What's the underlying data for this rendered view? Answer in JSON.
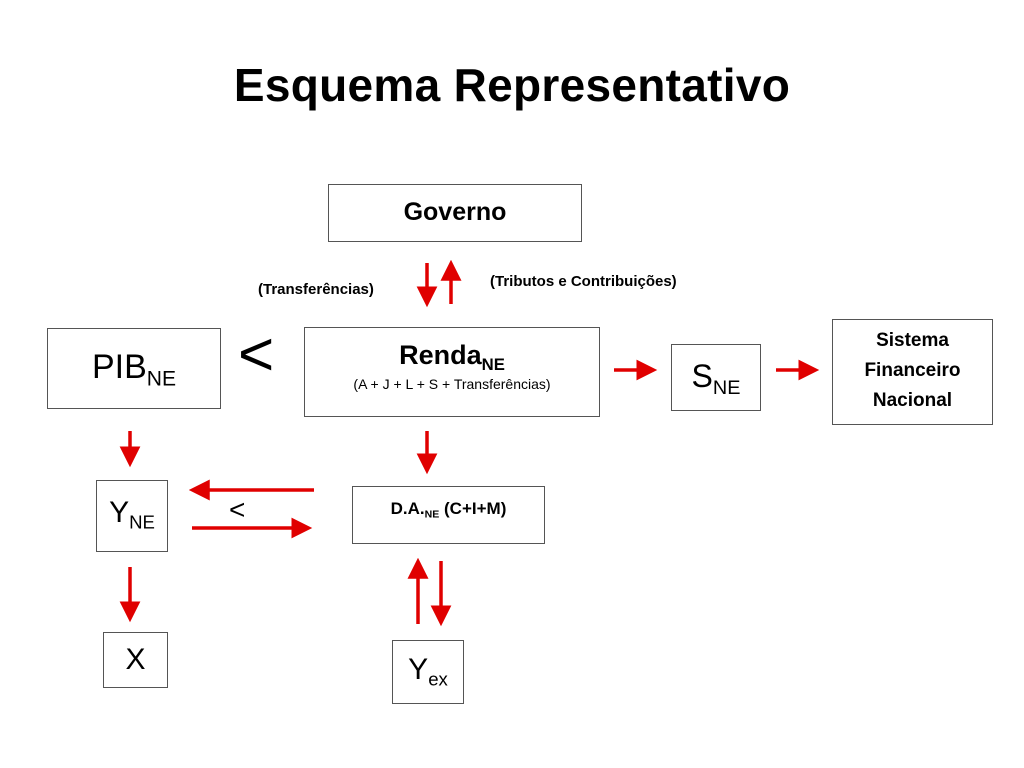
{
  "title": "Esquema Representativo",
  "nodes": {
    "governo": "Governo",
    "pib": {
      "main": "PIB",
      "sub": "NE"
    },
    "renda": {
      "main": "Renda",
      "sub": "NE",
      "detail": "(A + J + L + S + Transferências)"
    },
    "sne": {
      "main": "S",
      "sub": "NE"
    },
    "sistema": {
      "line1": "Sistema",
      "line2": "Financeiro",
      "line3": "Nacional"
    },
    "yne": {
      "main": "Y",
      "sub": "NE"
    },
    "da": {
      "main": "D.A.",
      "sub": "NE",
      "tail": "(C+I+M)"
    },
    "x": "X",
    "yex": {
      "main": "Y",
      "sub": "ex"
    }
  },
  "labels": {
    "transferencias": "(Transferências)",
    "tributos": "(Tributos e Contribuições)",
    "big_less_than": "<",
    "small_less_than": "<"
  },
  "arrow_color": "#e00000"
}
